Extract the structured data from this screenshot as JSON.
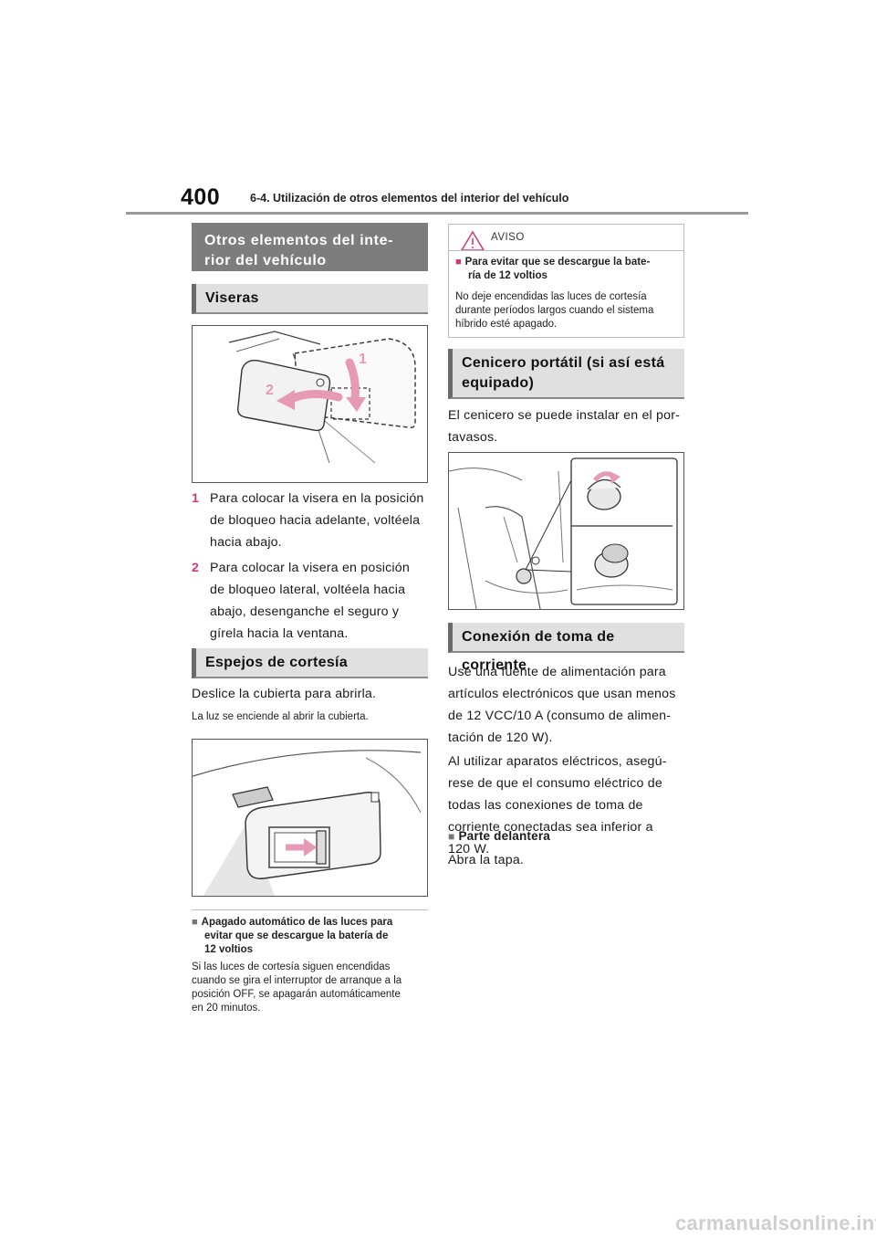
{
  "header": {
    "page_number": "400",
    "chapter": "6-4. Utilización de otros elementos del interior del vehículo"
  },
  "left": {
    "section_title_line1": "Otros elementos del inte-",
    "section_title_line2": "rior del vehículo",
    "viseras": {
      "heading": "Viseras",
      "callout_1": "1",
      "callout_2": "2",
      "items": [
        {
          "num": "1",
          "lines": [
            "Para colocar la visera en la posición",
            "de bloqueo hacia adelante, voltéela",
            "hacia abajo."
          ]
        },
        {
          "num": "2",
          "lines": [
            "Para colocar la visera en posición",
            "de bloqueo lateral, voltéela hacia",
            "abajo, desenganche el seguro y",
            "gírela hacia la ventana."
          ]
        }
      ]
    },
    "espejos": {
      "heading": "Espejos de cortesía",
      "text": "Deslice la cubierta para abrirla.",
      "note": "La luz se enciende al abrir la cubierta."
    },
    "apagado": {
      "title_lines": [
        "Apagado automático de las luces para",
        "evitar que se descargue la batería de",
        "12 voltios"
      ],
      "body_lines": [
        "Si las luces de cortesía siguen encendidas",
        "cuando se gira el interruptor de arranque a la",
        "posición OFF, se apagarán automáticamente",
        "en 20 minutos."
      ]
    }
  },
  "right": {
    "aviso": {
      "label": "AVISO",
      "title_lines": [
        "Para evitar que se descargue la bate-",
        "ría de 12 voltios"
      ],
      "body_lines": [
        "No deje encendidas las luces de cortesía",
        "durante períodos largos cuando el sistema",
        "híbrido esté apagado."
      ]
    },
    "cenicero": {
      "heading_line1": "Cenicero portátil (si así está",
      "heading_line2": "equipado)",
      "text_lines": [
        "El cenicero se puede instalar en el por-",
        "tavasos."
      ]
    },
    "conexion": {
      "heading": "Conexión de toma de corriente",
      "para1_lines": [
        "Use una fuente de alimentación para",
        "artículos electrónicos que usan menos",
        "de 12 VCC/10 A (consumo de alimen-",
        "tación de 120 W)."
      ],
      "para2_lines": [
        "Al utilizar aparatos eléctricos, asegú-",
        "rese de que el consumo eléctrico de",
        "todas las conexiones de toma de",
        "corriente conectadas sea inferior a",
        "120 W."
      ],
      "parte_label": "Parte delantera",
      "parte_text": "Abra la tapa."
    }
  },
  "footer": {
    "watermark": "carmanualsonline.info"
  },
  "colors": {
    "accent_pink": "#d3367a",
    "section_dark": "#7d7d7d",
    "subheading_bg": "#e0e0e0"
  }
}
